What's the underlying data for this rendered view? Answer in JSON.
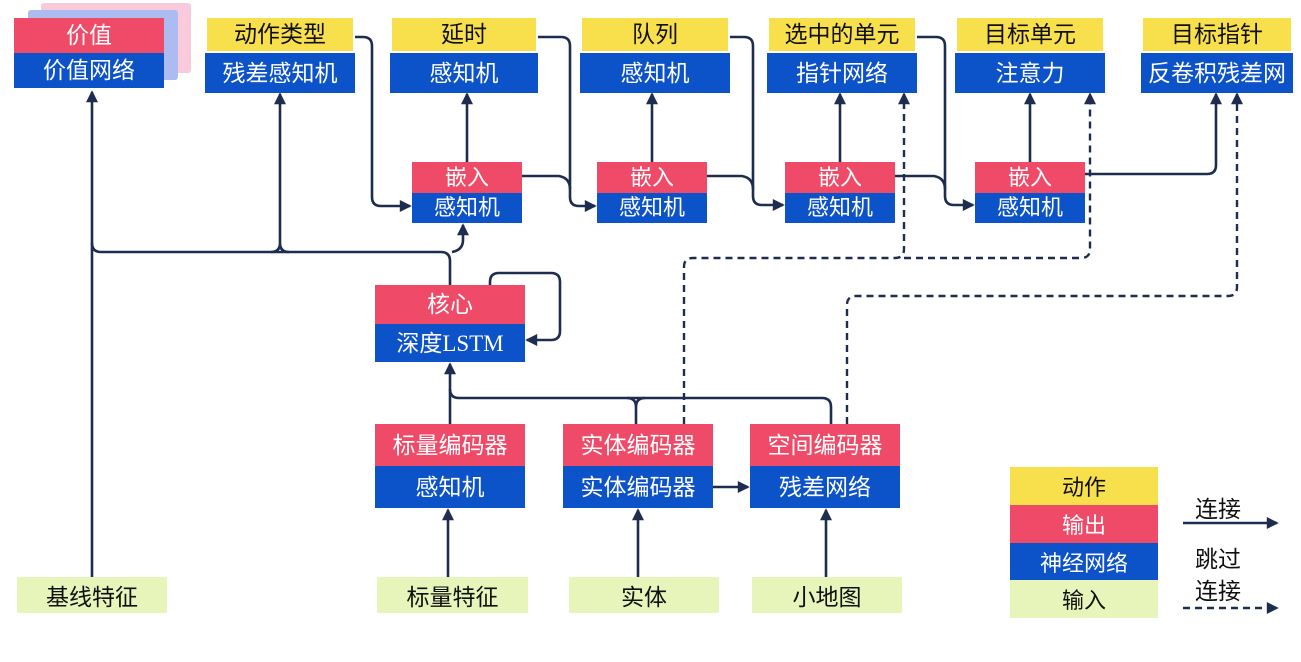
{
  "diagram": {
    "nodes": {
      "value": {
        "top": "价值",
        "bottom": "价值网络"
      },
      "action_type": {
        "top": "动作类型",
        "bottom": "残差感知机"
      },
      "delay": {
        "top": "延时",
        "bottom": "感知机"
      },
      "queue": {
        "top": "队列",
        "bottom": "感知机"
      },
      "selected_units": {
        "top": "选中的单元",
        "bottom": "指针网络"
      },
      "target_unit": {
        "top": "目标单元",
        "bottom": "注意力"
      },
      "target_pointer": {
        "top": "目标指针",
        "bottom": "反卷积残差网"
      },
      "embed1": {
        "top": "嵌入",
        "bottom": "感知机"
      },
      "embed2": {
        "top": "嵌入",
        "bottom": "感知机"
      },
      "embed3": {
        "top": "嵌入",
        "bottom": "感知机"
      },
      "embed4": {
        "top": "嵌入",
        "bottom": "感知机"
      },
      "core": {
        "top": "核心",
        "bottom": "深度LSTM"
      },
      "scalar_encoder": {
        "top": "标量编码器",
        "bottom": "感知机"
      },
      "entity_encoder": {
        "top": "实体编码器",
        "bottom": "实体编码器"
      },
      "spatial_encoder": {
        "top": "空间编码器",
        "bottom": "残差网络"
      }
    },
    "inputs": {
      "baseline_features": "基线特征",
      "scalar_features": "标量特征",
      "entities": "实体",
      "minimap": "小地图"
    },
    "legend": {
      "action": "动作",
      "output": "输出",
      "neural_network": "神经网络",
      "input": "输入",
      "solid_connection": "连接",
      "skip_line1": "跳过",
      "skip_line2": "连接"
    },
    "colors": {
      "action_yellow": "#f8e04d",
      "output_red": "#ef4a67",
      "network_blue": "#0c52c9",
      "input_green": "#e7f4ba",
      "wire_navy": "#1e2c4f",
      "stack_shadow_pink": "#f8cadb",
      "stack_shadow_blue": "#adbcf0"
    }
  }
}
